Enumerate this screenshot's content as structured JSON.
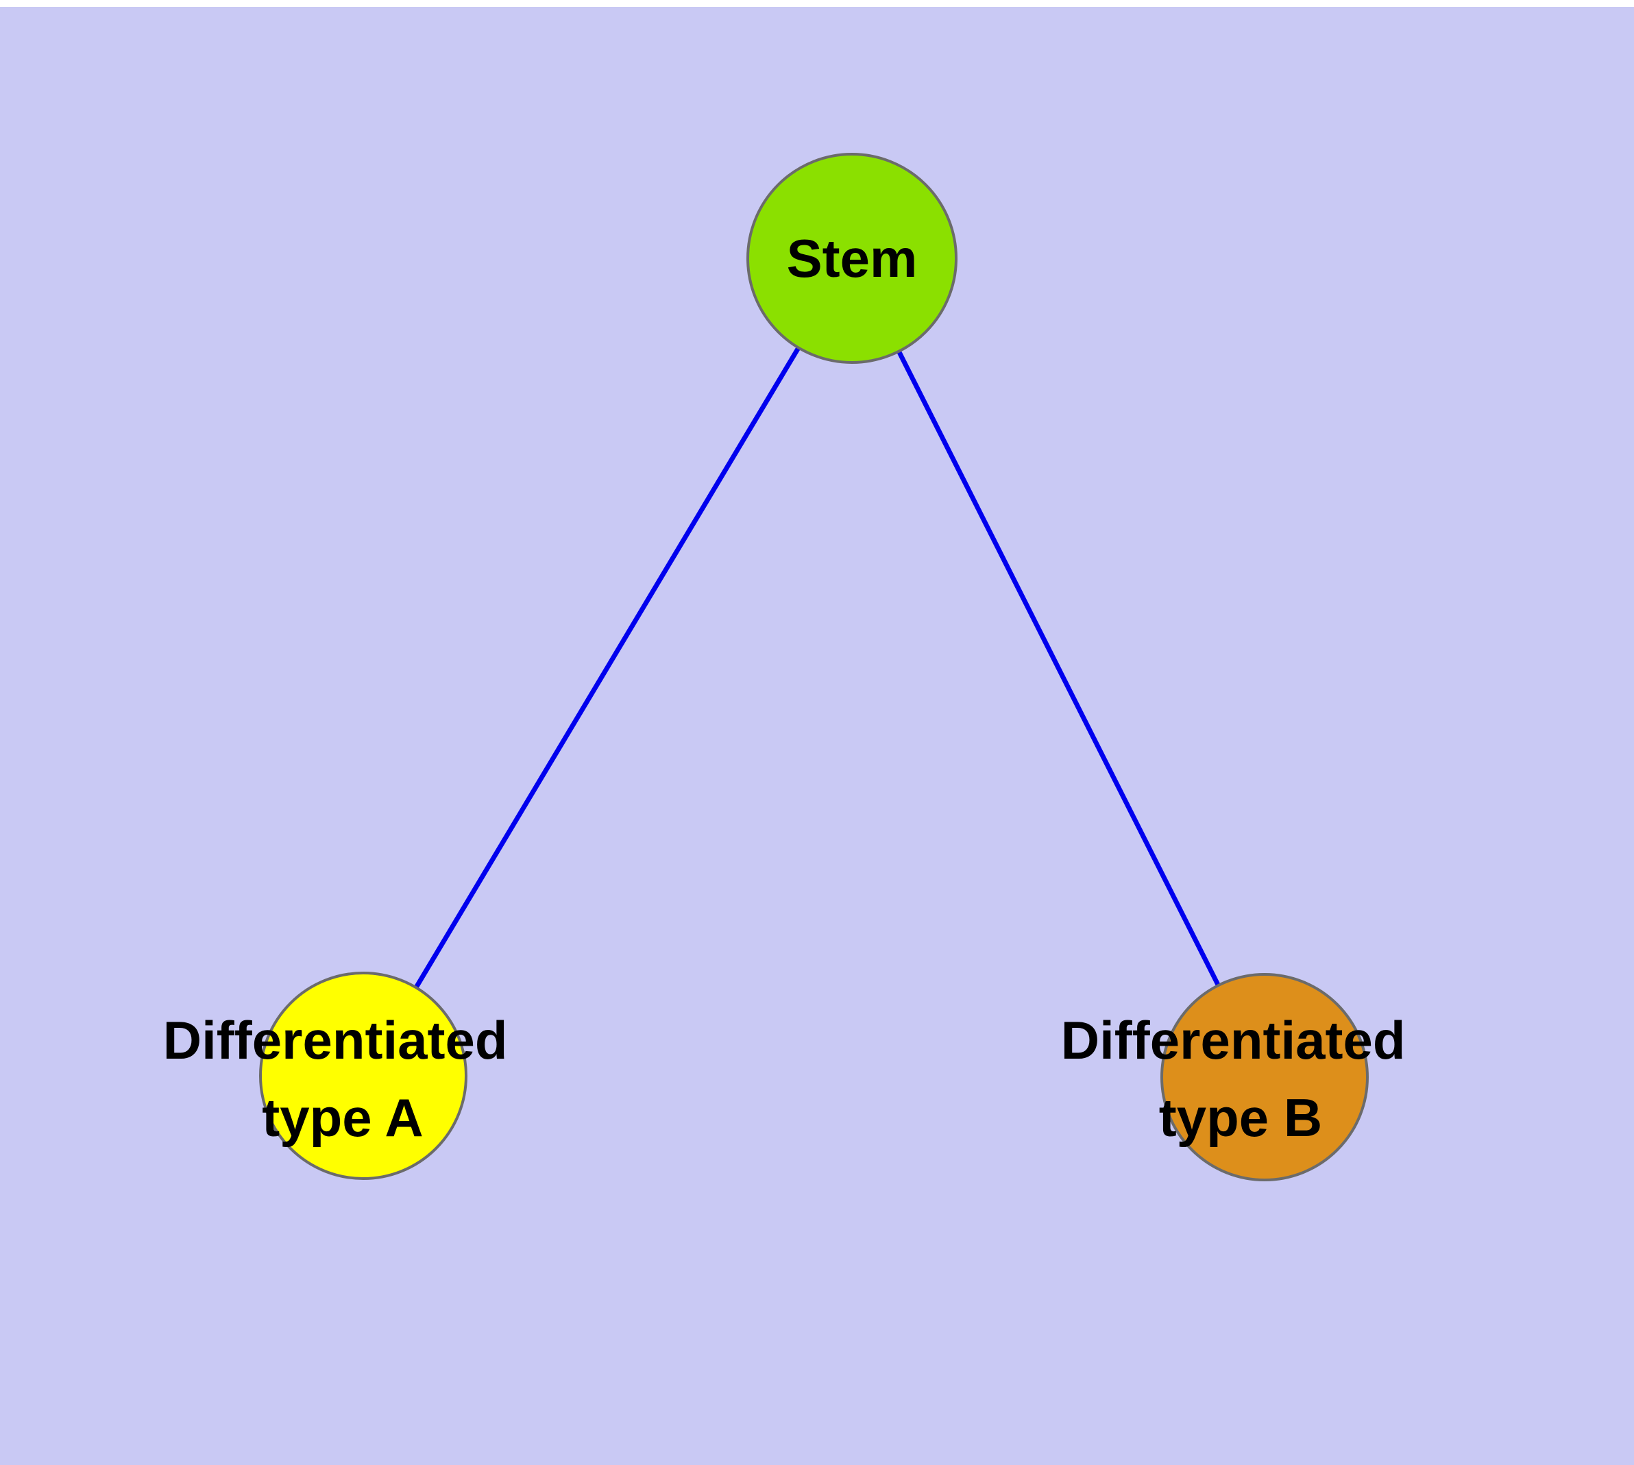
{
  "diagram": {
    "type": "graph",
    "background_color": "#c9c9f4",
    "edge_color": "#0000ee",
    "node_border_color": "#6b6b6b",
    "label_color": "#000000",
    "nodes": {
      "stem": {
        "label": "Stem",
        "fill": "#8be000"
      },
      "type_a": {
        "label_line1": "Differentiated",
        "label_line2": "type A",
        "fill": "#ffff00"
      },
      "type_b": {
        "label_line1": "Differentiated",
        "label_line2": "type B",
        "fill": "#dd8f1b"
      }
    },
    "edges": [
      {
        "from": "Stem",
        "to": "Differentiated type A"
      },
      {
        "from": "Stem",
        "to": "Differentiated type B"
      }
    ]
  }
}
